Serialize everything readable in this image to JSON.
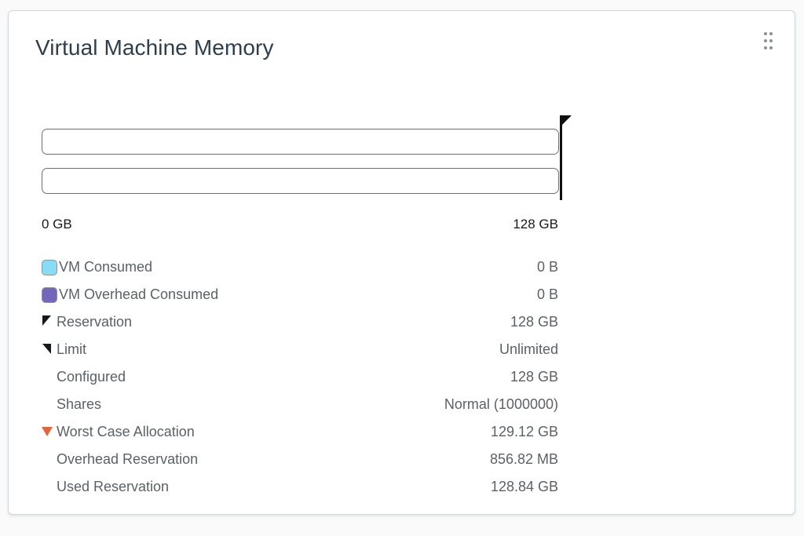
{
  "card": {
    "title": "Virtual Machine Memory",
    "drag_handle_icon": "drag-handle-icon"
  },
  "chart_data": {
    "type": "bar",
    "title": "Virtual Machine Memory",
    "orientation": "horizontal",
    "xlabel": "",
    "ylabel": "",
    "xlim": [
      0,
      128
    ],
    "axis_unit": "GB",
    "axis_min_label": "0 GB",
    "axis_max_label": "128 GB",
    "grid": false,
    "legend_position": "below",
    "categories": [
      "VM Consumed",
      "VM Overhead Consumed"
    ],
    "values": [
      0,
      0
    ],
    "series": [
      {
        "name": "VM Consumed",
        "values": [
          0
        ],
        "display_value": "0 B",
        "color": "#89dcf5"
      },
      {
        "name": "VM Overhead Consumed",
        "values": [
          0
        ],
        "display_value": "0 B",
        "color": "#7366bd"
      }
    ],
    "markers": [
      {
        "name": "Reservation",
        "value": 128,
        "display_value": "128 GB",
        "color": "#101010"
      }
    ],
    "annotations": [
      {
        "name": "Reservation",
        "value": "128 GB"
      },
      {
        "name": "Limit",
        "value": "Unlimited"
      },
      {
        "name": "Configured",
        "value": "128 GB"
      },
      {
        "name": "Shares",
        "value": "Normal (1000000)"
      },
      {
        "name": "Worst Case Allocation",
        "value": "129.12 GB"
      },
      {
        "name": "Overhead Reservation",
        "value": "856.82 MB"
      },
      {
        "name": "Used Reservation",
        "value": "128.84 GB"
      }
    ]
  },
  "axis": {
    "min_label": "0 GB",
    "max_label": "128 GB"
  },
  "bars": [
    {
      "name": "vm-consumed-bar",
      "percent": 0,
      "color": "#89dcf5"
    },
    {
      "name": "vm-overhead-consumed-bar",
      "percent": 0,
      "color": "#7366bd"
    }
  ],
  "legend": {
    "rows": [
      {
        "label": "VM Consumed",
        "value": "0 B",
        "marker": "swatch",
        "color": "#89dcf5"
      },
      {
        "label": "VM Overhead Consumed",
        "value": "0 B",
        "marker": "swatch",
        "color": "#7366bd"
      },
      {
        "label": "Reservation",
        "value": "128 GB",
        "marker": "reservation",
        "color": "#16191c"
      },
      {
        "label": "Limit",
        "value": "Unlimited",
        "marker": "limit",
        "color": "#16191c"
      },
      {
        "label": "Configured",
        "value": "128 GB",
        "marker": "none",
        "color": ""
      },
      {
        "label": "Shares",
        "value": "Normal (1000000)",
        "marker": "none",
        "color": ""
      },
      {
        "label": "Worst Case Allocation",
        "value": "129.12 GB",
        "marker": "worstcase",
        "color": "#e2653c"
      },
      {
        "label": "Overhead Reservation",
        "value": "856.82 MB",
        "marker": "none",
        "color": ""
      },
      {
        "label": "Used Reservation",
        "value": "128.84 GB",
        "marker": "none",
        "color": ""
      }
    ]
  },
  "colors": {
    "vm_consumed": "#89dcf5",
    "vm_overhead_consumed": "#7366bd",
    "worst_case_allocation": "#e2653c",
    "reservation_marker": "#101010",
    "card_border": "#cdd8dd",
    "title_text": "#2d3e4f",
    "label_text": "#5c6166"
  }
}
